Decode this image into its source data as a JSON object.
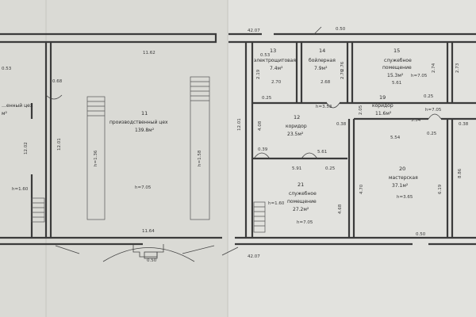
{
  "palette": {
    "paper": "#d9d9d4",
    "paper_light": "#e6e6e2",
    "ink": "#2a2a2a",
    "wall": "#3b3b3b"
  },
  "overall": {
    "top_left": "11.62",
    "top_right": "42.07",
    "bottom_center": "11.64",
    "bottom_right": "42.07",
    "door_top_right": "0.50",
    "door_bottom_right": "0.50",
    "porch": "0.50"
  },
  "rooms": {
    "r10": {
      "name": "…енный цех",
      "area": "м²",
      "side_dim": "12.02",
      "height": "h=1.60"
    },
    "r11": {
      "number": "11",
      "name": "производственный цех",
      "area": "139.8м²",
      "left_dim": "12.01",
      "height": "h=7.05",
      "stair_left": "h=1.36",
      "stair_right": "h=1.58",
      "right_dim": "12.01"
    },
    "r12": {
      "number": "12",
      "name": "коридор",
      "area": "23.5м²",
      "height": "h=3.53",
      "dim_a": "4.08",
      "dim_b": "0.39",
      "dim_c": "5.61"
    },
    "r13": {
      "number": "13",
      "name": "электрощитовая",
      "area": "7.4м²",
      "dim_w": "2.70",
      "dim_h": "2.19"
    },
    "r14": {
      "number": "14",
      "name": "бойлерная",
      "area": "7.9м²",
      "dim_w": "2.68",
      "dim_h": "2.76"
    },
    "r15": {
      "number": "15",
      "name": "служебное помещение",
      "area": "15.3м²",
      "dim_w": "5.61",
      "dim_h": "2.74",
      "height": "h=7.05"
    },
    "r19": {
      "number": "19",
      "name": "коридор",
      "area": "11.6м²",
      "dim_a": "5.54",
      "dim_b": "5.54",
      "dim_c": "2.05",
      "height": "h=7.05"
    },
    "r20": {
      "number": "20",
      "name": "мастерская",
      "area": "37.1м²",
      "dim_left": "4.70",
      "dim_right": "6.19",
      "height": "h=3.65"
    },
    "r21": {
      "number": "21",
      "name": "служебное помещение",
      "area": "27.2м²",
      "dim_w": "5.91",
      "dim_h": "4.68",
      "height": "h=7.05",
      "step": "h=1.60"
    },
    "misc": {
      "d1": "0.25",
      "d2": "0.25",
      "d3": "0.25",
      "d4": "0.38",
      "d5": "0.38",
      "d6": "0.53",
      "d7": "2.73",
      "d8": "8.86",
      "d9": "0.25",
      "d10": "0.68",
      "d11": "0.53",
      "d12": "2.76"
    }
  }
}
